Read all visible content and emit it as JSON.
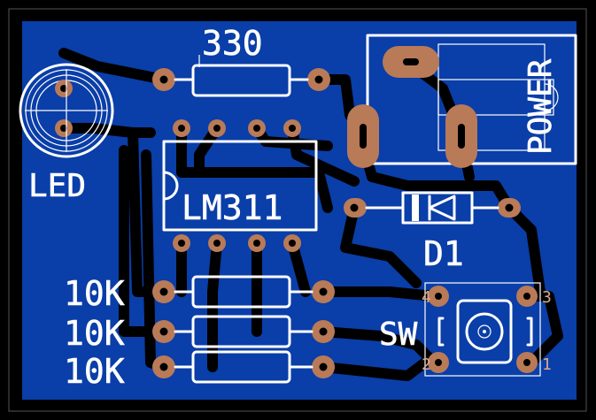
{
  "board": {
    "copper_color": "#0a3ea8",
    "pad_color": "#b97a57",
    "silk_color": "#ffffff",
    "background": "#000000"
  },
  "labels": {
    "r_top": "330",
    "led": "LED",
    "ic": "LM311",
    "power": "POWER",
    "diode": "D1",
    "r1": "10K",
    "r2": "10K",
    "r3": "10K",
    "switch": "SW",
    "sw_pin1": "1",
    "sw_pin2": "2",
    "sw_pin3": "3",
    "sw_pin4": "4"
  }
}
